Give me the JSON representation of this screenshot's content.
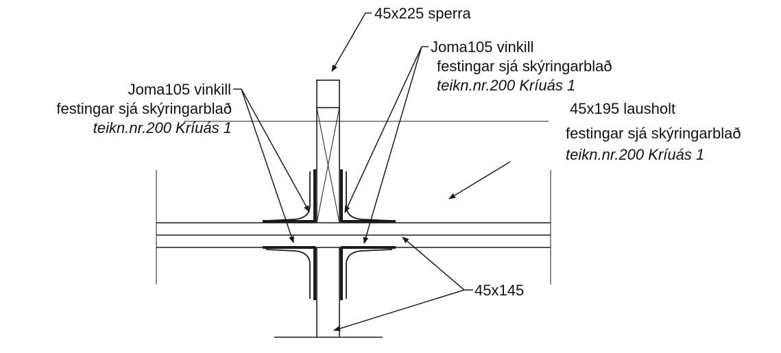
{
  "labels": {
    "rafter": "45x225 sperra",
    "angle_right_1": "Joma105 vinkill",
    "angle_right_2": "festingar sjá skýringarblað",
    "angle_right_3": "teikn.nr.200 Kríuás 1",
    "angle_left_1": "Joma105 vinkill",
    "angle_left_2": "festingar sjá skýringarblað",
    "angle_left_3": "teikn.nr.200 Kríuás 1",
    "purlin_1": "45x195 lausholt",
    "purlin_2": "festingar sjá skýringarblað",
    "purlin_3": "teikn.nr.200 Kríuás 1",
    "beam": "45x145"
  }
}
